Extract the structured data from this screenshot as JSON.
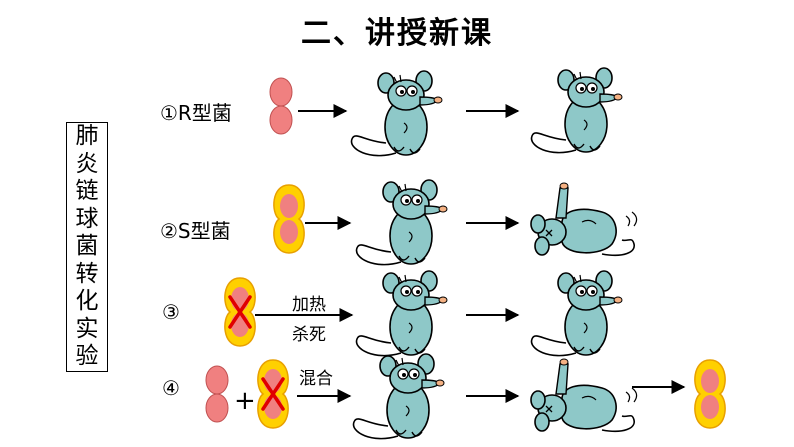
{
  "title": "二、讲授新课",
  "sidebar": {
    "chars": [
      "肺",
      "炎",
      "链",
      "球",
      "菌",
      "转",
      "化",
      "实",
      "验"
    ]
  },
  "rows": [
    {
      "label": "①R型菌"
    },
    {
      "label": "②S型菌"
    },
    {
      "label": "③",
      "arrow_top": "加热",
      "arrow_bottom": "杀死"
    },
    {
      "label": "④",
      "plus": "+",
      "arrow_top": "混合"
    }
  ],
  "icons": {
    "r_bacterium": "r-strain-bacterium-icon",
    "s_bacterium": "s-strain-capsulated-bacterium-icon",
    "killed_mark": "red-cross-icon",
    "mouse_alive": "alive-mouse-icon",
    "mouse_dead": "dead-mouse-icon"
  },
  "colors": {
    "bacterium_fill": "#f08080",
    "capsule": "#ffd000",
    "capsule_edge": "#e8a000",
    "cross": "#e00000",
    "mouse_body": "#8ec8c8"
  }
}
